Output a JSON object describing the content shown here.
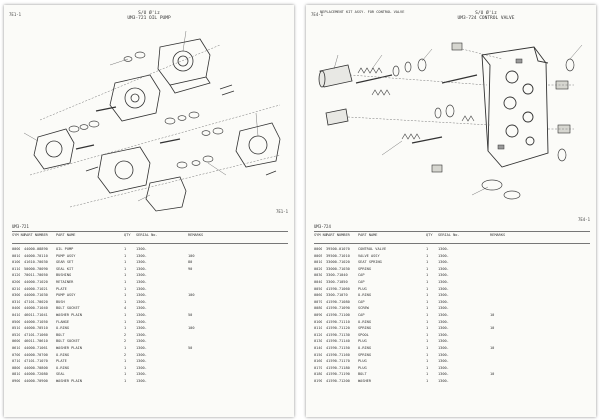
{
  "left_page": {
    "corner_top_left": "7E1-1",
    "header_line1": "S/U Ø'iz",
    "header_code": "UM3-721",
    "header_title": "OIL PUMP",
    "corner_mid_right": "7E1-1",
    "table_code": "UM3-721",
    "table_headers": {
      "sym": "SYM NO.",
      "part_number": "PART NUMBER",
      "part_name": "PART NAME",
      "qty": "QTY",
      "serial": "SERIAL No.",
      "remarks": "REMARKS"
    },
    "rows": [
      {
        "sym": "0000",
        "pn": "44000-08890",
        "name": "OIL PUMP",
        "qty": "1",
        "ser": "1300-",
        "rem": ""
      },
      {
        "sym": "0010",
        "pn": "44000-70110",
        "name": "PUMP ASSY",
        "qty": "1",
        "ser": "1300-",
        "rem": "100"
      },
      {
        "sym": "0100",
        "pn": "41610-70030",
        "name": "GEAR SET",
        "qty": "1",
        "ser": "1300-",
        "rem": "80"
      },
      {
        "sym": "0110",
        "pn": "50000-70090",
        "name": "SEAL KIT",
        "qty": "1",
        "ser": "1300-",
        "rem": "90"
      },
      {
        "sym": "0120",
        "pn": "70011-70050",
        "name": "BUSHING",
        "qty": "1",
        "ser": "1300-",
        "rem": ""
      },
      {
        "sym": "0200",
        "pn": "44000-71020",
        "name": "RETAINER",
        "qty": "1",
        "ser": "1300-",
        "rem": ""
      },
      {
        "sym": "0210",
        "pn": "44000-71021",
        "name": "PLATE",
        "qty": "1",
        "ser": "1300-",
        "rem": ""
      },
      {
        "sym": "0300",
        "pn": "44000-71030",
        "name": "PUMP ASSY",
        "qty": "1",
        "ser": "1300-",
        "rem": "100"
      },
      {
        "sym": "0310",
        "pn": "47101-70020",
        "name": "BUSH",
        "qty": "1",
        "ser": "1300-",
        "rem": ""
      },
      {
        "sym": "0400",
        "pn": "44000-71040",
        "name": "BOLT SOCKET",
        "qty": "4",
        "ser": "1300-",
        "rem": ""
      },
      {
        "sym": "0410",
        "pn": "46011-71041",
        "name": "WASHER PLAIN",
        "qty": "1",
        "ser": "1300-",
        "rem": "50"
      },
      {
        "sym": "0500",
        "pn": "44000-71050",
        "name": "FLANGE",
        "qty": "1",
        "ser": "1300-",
        "rem": ""
      },
      {
        "sym": "0510",
        "pn": "44000-70510",
        "name": "O-RING",
        "qty": "1",
        "ser": "1300-",
        "rem": "100"
      },
      {
        "sym": "0520",
        "pn": "47101-71060",
        "name": "BOLT",
        "qty": "2",
        "ser": "1300-",
        "rem": ""
      },
      {
        "sym": "0600",
        "pn": "46011-70610",
        "name": "BOLT SOCKET",
        "qty": "2",
        "ser": "1300-",
        "rem": ""
      },
      {
        "sym": "0610",
        "pn": "44000-71061",
        "name": "WASHER PLAIN",
        "qty": "1",
        "ser": "1300-",
        "rem": "50"
      },
      {
        "sym": "0700",
        "pn": "44000-70700",
        "name": "O-RING",
        "qty": "2",
        "ser": "1300-",
        "rem": ""
      },
      {
        "sym": "0710",
        "pn": "47101-71070",
        "name": "PLATE",
        "qty": "1",
        "ser": "1300-",
        "rem": ""
      },
      {
        "sym": "0800",
        "pn": "44000-70800",
        "name": "O-RING",
        "qty": "1",
        "ser": "1300-",
        "rem": ""
      },
      {
        "sym": "0810",
        "pn": "44000-72080",
        "name": "SEAL",
        "qty": "1",
        "ser": "1300-",
        "rem": ""
      },
      {
        "sym": "0900",
        "pn": "44000-70900",
        "name": "WASHER PLAIN",
        "qty": "1",
        "ser": "1300-",
        "rem": ""
      }
    ]
  },
  "right_page": {
    "corner_top_left": "7E4-1",
    "header_note": "REPLACEMENT KIT ASSY. FOR CONTROL VALVE",
    "header_line1": "S/U Ø'iz",
    "header_code": "UM3-724",
    "header_title": "CONTROL VALVE",
    "corner_mid_right": "7E4-1",
    "table_code": "UM3-724",
    "table_headers": {
      "sym": "SYM NO.",
      "part_number": "PART NUMBER",
      "part_name": "PART NAME",
      "qty": "QTY",
      "serial": "SERIAL No.",
      "remarks": "REMARKS"
    },
    "rows": [
      {
        "sym": "0000",
        "pn": "39500-01070",
        "name": "CONTROL VALVE",
        "qty": "1",
        "ser": "1300-",
        "rem": ""
      },
      {
        "sym": "0005",
        "pn": "39500-71010",
        "name": "VALVE ASSY",
        "qty": "1",
        "ser": "1300-",
        "rem": ""
      },
      {
        "sym": "0010",
        "pn": "33000-71020",
        "name": "SEAT SPRING",
        "qty": "1",
        "ser": "1300-",
        "rem": ""
      },
      {
        "sym": "0020",
        "pn": "33000-71030",
        "name": "SPRING",
        "qty": "1",
        "ser": "1300-",
        "rem": ""
      },
      {
        "sym": "0030",
        "pn": "3300-71040",
        "name": "CAP",
        "qty": "1",
        "ser": "1300-",
        "rem": ""
      },
      {
        "sym": "0040",
        "pn": "3300-71050",
        "name": "CAP",
        "qty": "1",
        "ser": "1300-",
        "rem": ""
      },
      {
        "sym": "0050",
        "pn": "41590-71060",
        "name": "PLUG",
        "qty": "1",
        "ser": "1300-",
        "rem": ""
      },
      {
        "sym": "0060",
        "pn": "3300-71070",
        "name": "O-RING",
        "qty": "1",
        "ser": "1300-",
        "rem": ""
      },
      {
        "sym": "0070",
        "pn": "41590-71080",
        "name": "CAP",
        "qty": "1",
        "ser": "1300-",
        "rem": ""
      },
      {
        "sym": "0080",
        "pn": "41590-71090",
        "name": "SCREW",
        "qty": "1",
        "ser": "1300-",
        "rem": ""
      },
      {
        "sym": "0090",
        "pn": "41590-71100",
        "name": "CAP",
        "qty": "1",
        "ser": "1300-",
        "rem": "10"
      },
      {
        "sym": "0100",
        "pn": "41590-71110",
        "name": "O-RING",
        "qty": "1",
        "ser": "1300-",
        "rem": ""
      },
      {
        "sym": "0110",
        "pn": "41590-71120",
        "name": "SPRING",
        "qty": "1",
        "ser": "1300-",
        "rem": "10"
      },
      {
        "sym": "0120",
        "pn": "41590-71130",
        "name": "SPOOL",
        "qty": "1",
        "ser": "1300-",
        "rem": ""
      },
      {
        "sym": "0130",
        "pn": "41590-71140",
        "name": "PLUG",
        "qty": "1",
        "ser": "1300-",
        "rem": ""
      },
      {
        "sym": "0140",
        "pn": "41590-71150",
        "name": "O-RING",
        "qty": "1",
        "ser": "1300-",
        "rem": "10"
      },
      {
        "sym": "0150",
        "pn": "41590-71160",
        "name": "SPRING",
        "qty": "1",
        "ser": "1300-",
        "rem": ""
      },
      {
        "sym": "0160",
        "pn": "41590-71170",
        "name": "PLUG",
        "qty": "1",
        "ser": "1300-",
        "rem": ""
      },
      {
        "sym": "0170",
        "pn": "41590-71180",
        "name": "PLUG",
        "qty": "1",
        "ser": "1300-",
        "rem": ""
      },
      {
        "sym": "0180",
        "pn": "41590-71190",
        "name": "BOLT",
        "qty": "1",
        "ser": "1300-",
        "rem": "10"
      },
      {
        "sym": "0190",
        "pn": "41590-71200",
        "name": "WASHER",
        "qty": "1",
        "ser": "1300-",
        "rem": ""
      }
    ]
  }
}
